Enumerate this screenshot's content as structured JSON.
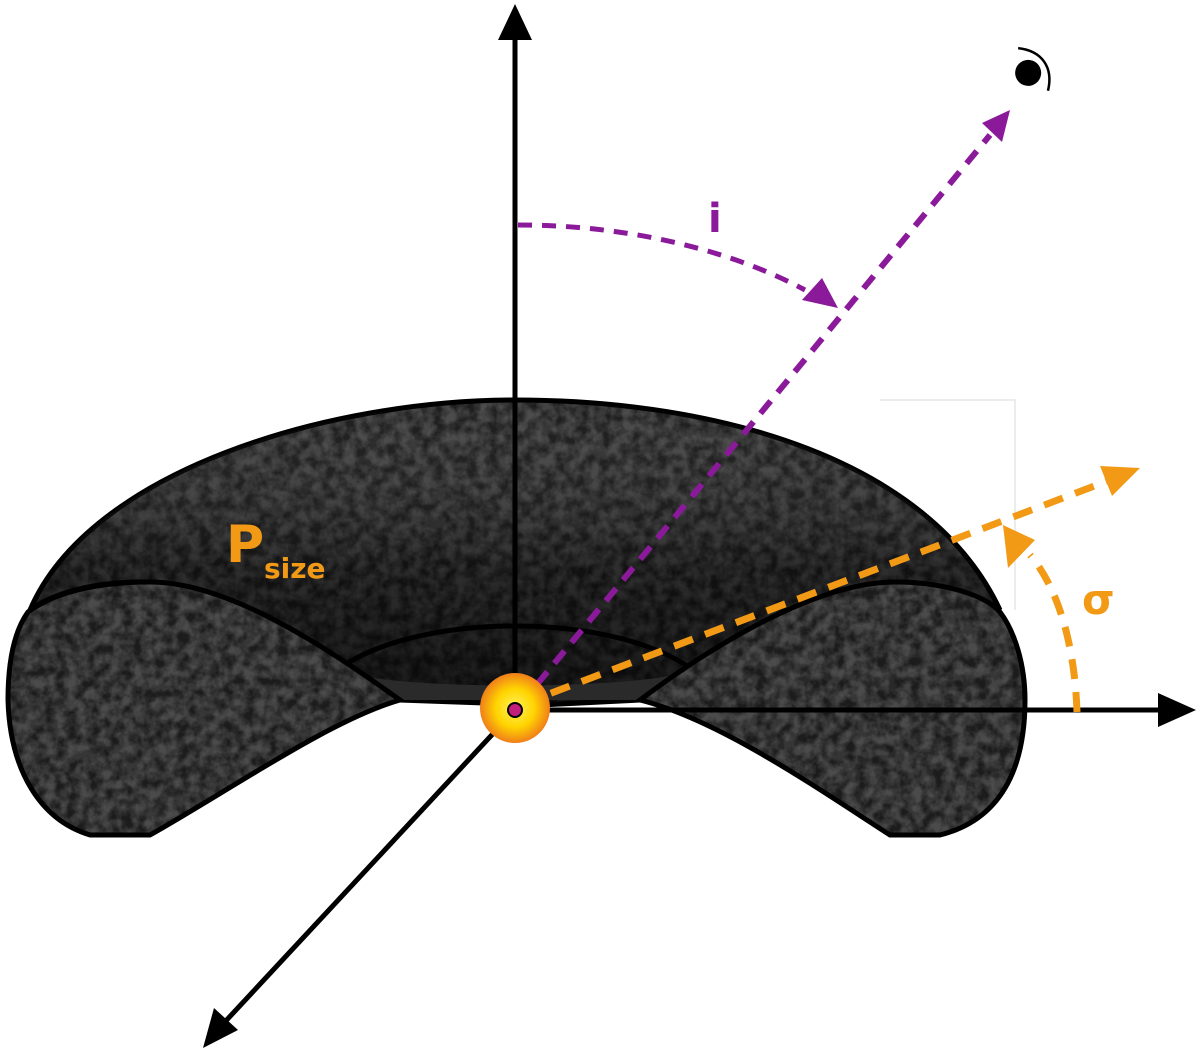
{
  "labels": {
    "inclination": "i",
    "sigma": "σ",
    "size_main": "P",
    "size_sub": "size"
  },
  "colors": {
    "inclination": "#8b1a9b",
    "sigma": "#f29a16",
    "axes": "#000000",
    "torus_dark": "#1c1c1c",
    "torus_light": "#6a6a6a",
    "source_core": "#ffdd00",
    "source_glow": "#f28a1a"
  },
  "icons": {
    "observer": "observer-eye-icon"
  }
}
